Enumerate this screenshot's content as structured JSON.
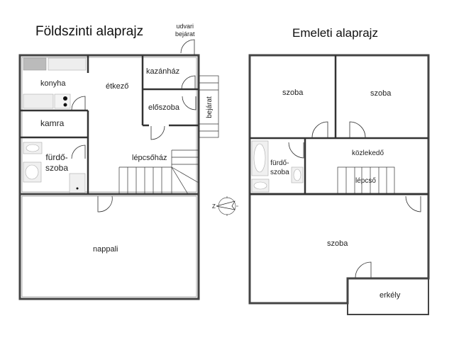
{
  "ground_floor": {
    "title": "Földszinti alaprajz",
    "outdoor_entrance": {
      "line1": "udvari",
      "line2": "bejárat"
    },
    "entrance": "bejárat",
    "rooms": {
      "kitchen": "konyha",
      "dining": "étkező",
      "boiler_room": "kazánház",
      "hall": "előszoba",
      "pantry": "kamra",
      "bathroom_line1": "fürdő-",
      "bathroom_line2": "szoba",
      "stairwell": "lépcsőház",
      "living_room": "nappali"
    }
  },
  "upper_floor": {
    "title": "Emeleti alaprajz",
    "rooms": {
      "room_1": "szoba",
      "room_2": "szoba",
      "corridor": "közlekedő",
      "bathroom_line1": "fürdő-",
      "bathroom_line2": "szoba",
      "stairs": "lépcső",
      "room_3": "szoba",
      "balcony": "erkély"
    }
  },
  "compass": {
    "north_label": "Z"
  }
}
